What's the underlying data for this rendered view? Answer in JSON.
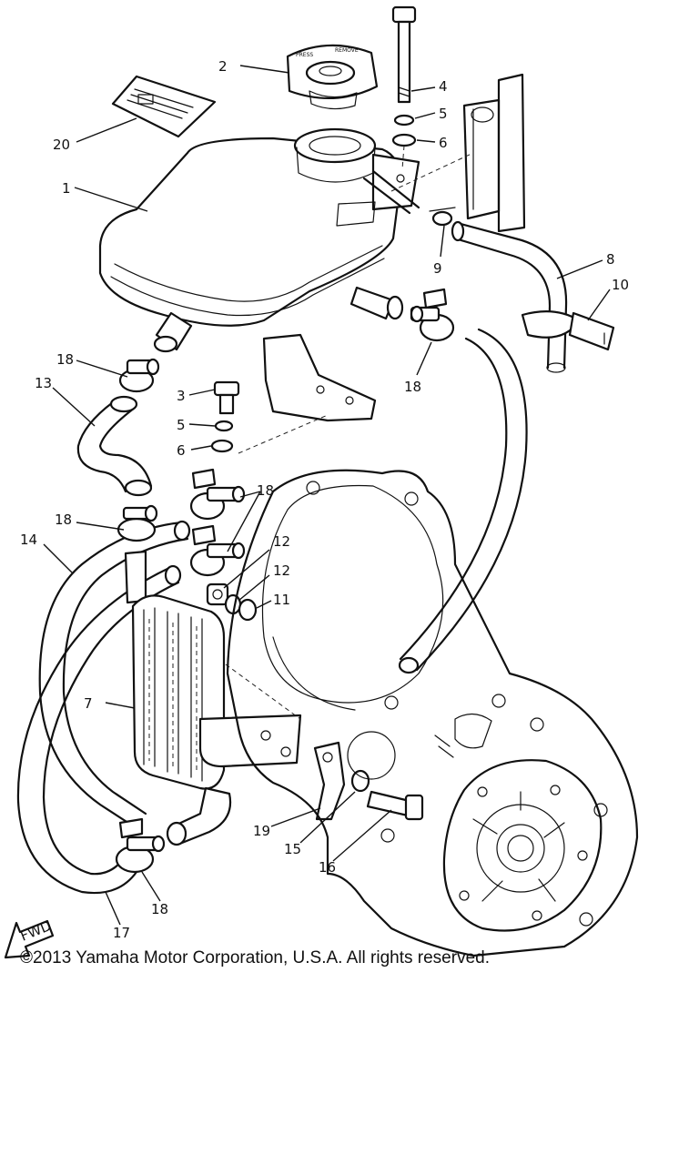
{
  "callouts": [
    {
      "id": "c1",
      "text": "1"
    },
    {
      "id": "c2",
      "text": "2"
    },
    {
      "id": "c3",
      "text": "3"
    },
    {
      "id": "c4",
      "text": "4"
    },
    {
      "id": "c5a",
      "text": "5"
    },
    {
      "id": "c5b",
      "text": "5"
    },
    {
      "id": "c6a",
      "text": "6"
    },
    {
      "id": "c6b",
      "text": "6"
    },
    {
      "id": "c7",
      "text": "7"
    },
    {
      "id": "c8",
      "text": "8"
    },
    {
      "id": "c9",
      "text": "9"
    },
    {
      "id": "c10",
      "text": "10"
    },
    {
      "id": "c11",
      "text": "11"
    },
    {
      "id": "c12a",
      "text": "12"
    },
    {
      "id": "c12b",
      "text": "12"
    },
    {
      "id": "c13",
      "text": "13"
    },
    {
      "id": "c14",
      "text": "14"
    },
    {
      "id": "c15",
      "text": "15"
    },
    {
      "id": "c16",
      "text": "16"
    },
    {
      "id": "c17",
      "text": "17"
    },
    {
      "id": "c18a",
      "text": "18"
    },
    {
      "id": "c18b",
      "text": "18"
    },
    {
      "id": "c18c",
      "text": "18"
    },
    {
      "id": "c18d",
      "text": "18"
    },
    {
      "id": "c18e",
      "text": "18"
    },
    {
      "id": "c19",
      "text": "19"
    },
    {
      "id": "c20",
      "text": "20"
    }
  ],
  "fwd_label": "FWD",
  "copyright": "©2013 Yamaha Motor Corporation, U.S.A. All rights reserved."
}
